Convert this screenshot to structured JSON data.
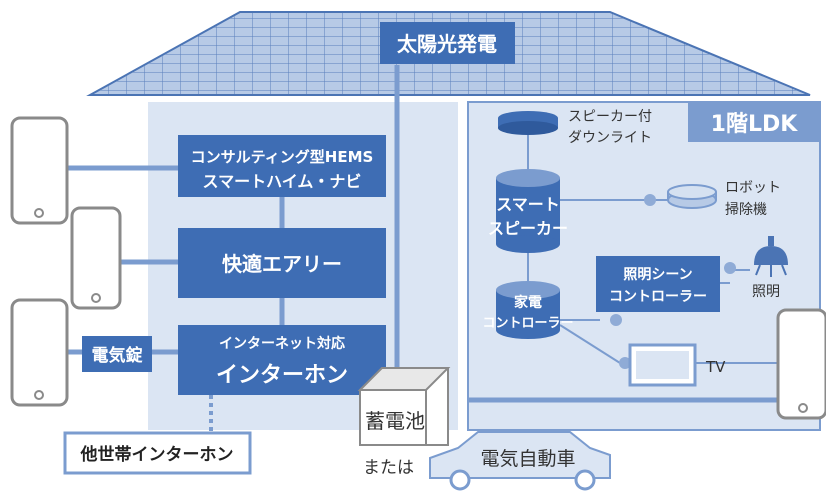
{
  "colors": {
    "roof": "#a9bfe0",
    "roof_stroke": "#4b74b4",
    "house_fill": "#dbe5f3",
    "box_fill": "#3e6db4",
    "box_dark": "#2f5a9c",
    "line": "#7b9ccf",
    "text_dark": "#333333"
  },
  "labels": {
    "solar": "太陽光発電",
    "hems_line1": "コンサルティング型HEMS",
    "hems_line2": "スマートハイム・ナビ",
    "comfort_air": "快適エアリー",
    "intercom_line1": "インターネット対応",
    "intercom_line2": "インターホン",
    "electric_lock": "電気錠",
    "other_intercom": "他世帯インターホン",
    "battery": "蓄電池",
    "or": "または",
    "ev": "電気自動車",
    "room": "1階LDK",
    "downlight_line1": "スピーカー付",
    "downlight_line2": "ダウンライト",
    "smart_speaker_line1": "スマート",
    "smart_speaker_line2": "スピーカー",
    "robot_line1": "ロボット",
    "robot_line2": "掃除機",
    "appliance_line1": "家電",
    "appliance_line2": "コントローラー",
    "lighting_line1": "照明シーン",
    "lighting_line2": "コントローラー",
    "light": "照明",
    "tv": "TV"
  }
}
